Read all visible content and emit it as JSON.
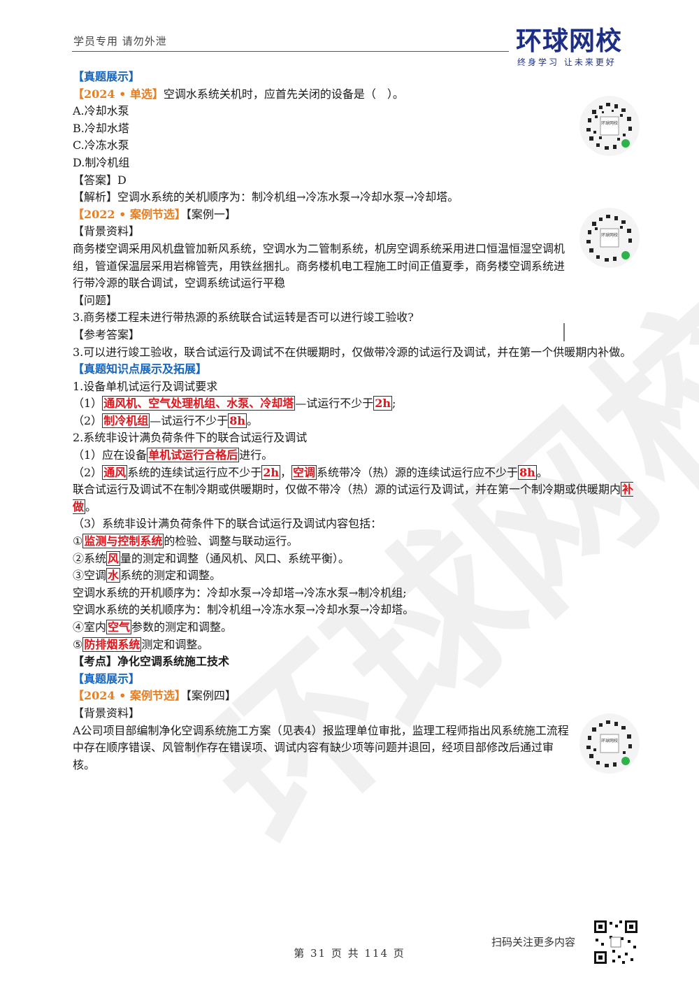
{
  "header": {
    "notice": "学员专用 请勿外泄",
    "logo_name": "环球网校",
    "logo_slogan": "终身学习 让未来更好"
  },
  "watermark": "环球网校",
  "qr_label": "环球网校",
  "s1": {
    "heading": "【真题展示】",
    "q_tag": "【2024 • 单选】",
    "q_text": "空调水系统关机时，应首先关闭的设备是（　）。",
    "opt_a": "A.冷却水泵",
    "opt_b": "B.冷却水塔",
    "opt_c": "C.冷冻水泵",
    "opt_d": "D.制冷机组",
    "answer": "【答案】D",
    "analysis": "【解析】空调水系统的关机顺序为：制冷机组→冷冻水泵→冷却水泵→冷却塔。"
  },
  "s2": {
    "tag": "【2022 • 案例节选】",
    "case": "【案例一】",
    "bg_label": "【背景资料】",
    "bg_text": "商务楼空调采用风机盘管加新风系统，空调水为二管制系统，机房空调系统采用进口恒温恒湿空调机组，管道保温层采用岩棉管壳，用铁丝捆扎。商务楼机电工程施工时间正值夏季，商务楼空调系统进行带冷源的联合调试，空调系统试运行平稳",
    "q_label": "【问题】",
    "q_text": "3.商务楼工程未进行带热源的系统联合试运转是否可以进行竣工验收?",
    "ref_label": "【参考答案】",
    "ref_text": "3.可以进行竣工验收，联合试运行及调试不在供暖期时，仅做带冷源的试运行及调试，并在第一个供暖期内补做。"
  },
  "s3": {
    "heading": "【真题知识点展示及拓展】",
    "t1": "1.设备单机试运行及调试要求",
    "l1_pre": "（1）",
    "l1_hl": "通风机、空气处理机组、水泵、冷却塔",
    "l1_mid": "—试运行不少于",
    "l1_hl2": "2h",
    "l1_end": ";",
    "l2_pre": "（2）",
    "l2_hl": "制冷机组",
    "l2_mid": "—试运行不少于",
    "l2_hl2": "8h",
    "l2_end": "。",
    "t2": "2.系统非设计满负荷条件下的联合试运行及调试",
    "l3_pre": "（1）应在设备",
    "l3_hl": "单机试运行合格后",
    "l3_end": "进行。",
    "l4_pre": "（2）",
    "l4_hl": "通风",
    "l4_mid": "系统的连续试运行应不少于",
    "l4_hl2": "2h",
    "l4_mid2": "，",
    "l4_hl3": "空调",
    "l4_mid3": "系统带冷（热）源的连续试运行应不少于",
    "l4_hl4": "8h",
    "l4_end": "。",
    "p1_text": "联合试运行及调试不在制冷期或供暖期时，仅做不带冷（热）源的试运行及调试，并在第一个制冷期或供暖期内",
    "p1_hl": "补做",
    "p1_end": "。",
    "t3": "（3）系统非设计满负荷条件下的联合试运行及调试内容包括：",
    "c1_pre": "①",
    "c1_hl": "监测与控制系统",
    "c1_end": "的检验、调整与联动运行。",
    "c2_pre": "②系统",
    "c2_hl": "风",
    "c2_end": "量的测定和调整（通风机、风口、系统平衡）。",
    "c3_pre": "③空调",
    "c3_hl": "水",
    "c3_end": "系统的测定和调整。",
    "c3_open": "空调水系统的开机顺序为：冷却水泵→冷却塔→冷冻水泵→制冷机组;",
    "c3_close": "空调水系统的关机顺序为：制冷机组→冷冻水泵→冷却水泵→冷却塔。",
    "c4_pre": "④室内",
    "c4_hl": "空气",
    "c4_end": "参数的测定和调整。",
    "c5_pre": "⑤",
    "c5_hl": "防排烟系统",
    "c5_end": "测定和调整。"
  },
  "s4": {
    "kaodian": "【考点】净化空调系统施工技术",
    "heading": "【真题展示】",
    "tag": "【2024 • 案例节选】",
    "case": "【案例四】",
    "bg_label": "【背景资料】",
    "bg_text": "A公司项目部编制净化空调系统施工方案（见表4）报监理单位审批，监理工程师指出风系统施工流程中存在顺序错误、风管制作存在错误项、调试内容有缺少项等问题并退回，经项目部修改后通过审核。"
  },
  "footer": {
    "page": "第 31 页 共 114 页",
    "scan": "扫码关注更多内容"
  }
}
